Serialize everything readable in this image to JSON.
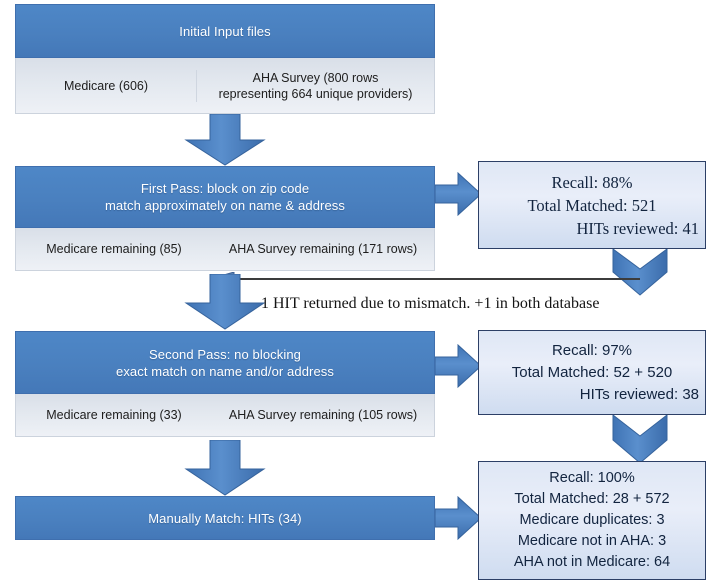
{
  "diagram": {
    "title": "Record linkage matching pipeline",
    "colors": {
      "header_blue": "#4a80bf",
      "sub_gray": "#e3e8ef",
      "result_fill": "#e3ebf8",
      "result_border": "#2c3f66",
      "arrow_blue": "#4a80bf"
    },
    "stages": [
      {
        "id": "initial-input",
        "header": "Initial Input files",
        "cells": [
          "Medicare (606)",
          "AHA Survey (800 rows\nrepresenting 664 unique providers)"
        ]
      },
      {
        "id": "first-pass",
        "header": "First Pass: block on zip code\nmatch approximately on name & address",
        "cells": [
          "Medicare remaining (85)",
          "AHA Survey remaining (171 rows)"
        ]
      },
      {
        "id": "second-pass",
        "header": "Second Pass: no blocking\nexact match on name and/or address",
        "cells": [
          "Medicare remaining (33)",
          "AHA Survey remaining (105 rows)"
        ]
      },
      {
        "id": "manual-match",
        "header": "Manually Match: HITs (34)",
        "cells": []
      }
    ],
    "results": [
      {
        "id": "first-pass-results",
        "lines": [
          "Recall: 88%",
          "Total Matched: 521",
          "HITs reviewed: 41"
        ]
      },
      {
        "id": "second-pass-results",
        "lines": [
          "Recall: 97%",
          "Total Matched: 52 + 520",
          "HITs reviewed: 38"
        ]
      },
      {
        "id": "manual-match-results",
        "lines": [
          "Recall: 100%",
          "Total Matched: 28 + 572",
          "Medicare duplicates: 3",
          "Medicare not in AHA: 3",
          "AHA not in Medicare: 64"
        ]
      }
    ],
    "annotations": {
      "feedback_note": "1 HIT returned due to mismatch.  +1 in both database"
    }
  }
}
